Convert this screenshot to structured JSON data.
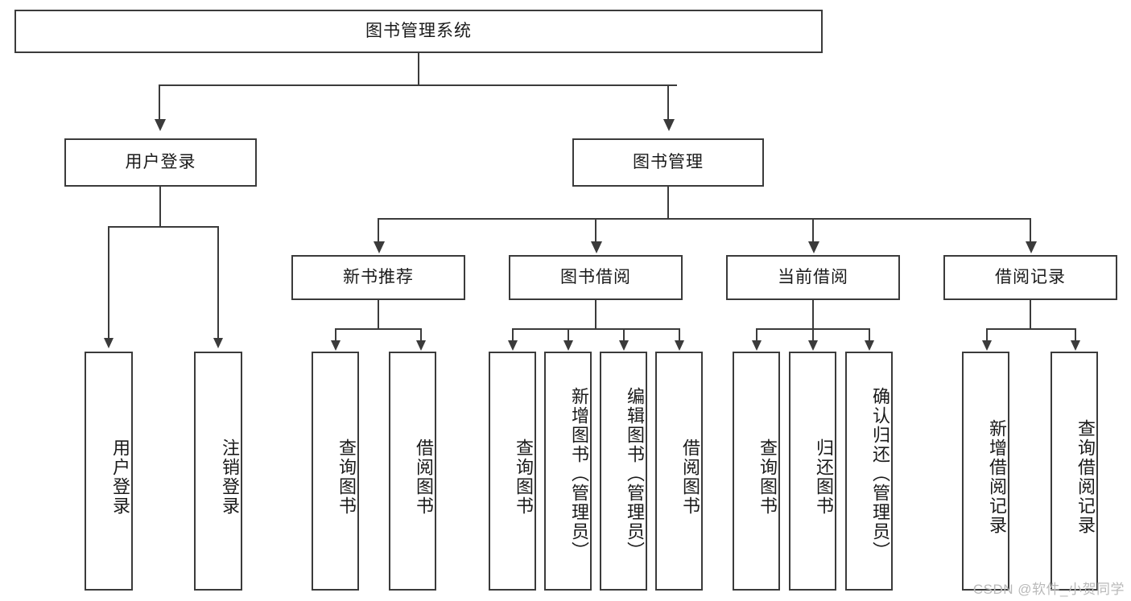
{
  "diagram": {
    "type": "tree",
    "title": "图书管理系统",
    "root": {
      "label": "图书管理系统"
    },
    "level2": [
      {
        "label": "用户登录"
      },
      {
        "label": "图书管理"
      }
    ],
    "level3": [
      {
        "label": "新书推荐"
      },
      {
        "label": "图书借阅"
      },
      {
        "label": "当前借阅"
      },
      {
        "label": "借阅记录"
      }
    ],
    "leaves": {
      "user_login": [
        {
          "label": "用户登录"
        },
        {
          "label": "注销登录"
        }
      ],
      "new_book_recommend": [
        {
          "label": "查询图书"
        },
        {
          "label": "借阅图书"
        }
      ],
      "book_borrow": [
        {
          "label": "查询图书"
        },
        {
          "label": "新增图书（管理员）"
        },
        {
          "label": "编辑图书（管理员）"
        },
        {
          "label": "借阅图书"
        }
      ],
      "current_borrow": [
        {
          "label": "查询图书"
        },
        {
          "label": "归还图书"
        },
        {
          "label": "确认归还（管理员）"
        }
      ],
      "borrow_record": [
        {
          "label": "新增借阅记录"
        },
        {
          "label": "查询借阅记录"
        }
      ]
    }
  },
  "watermark": {
    "text": "CSDN @软件_小贺同学"
  },
  "colors": {
    "stroke": "#3b3b3b",
    "background": "#ffffff",
    "text": "#1a1a1a",
    "watermark": "#b9b9b9"
  }
}
